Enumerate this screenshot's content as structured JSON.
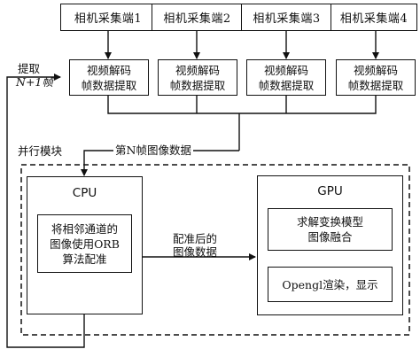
{
  "cameras": [
    "相机采集端1",
    "相机采集端2",
    "相机采集端3",
    "相机采集端4"
  ],
  "decoders": [
    {
      "line1": "视频解码",
      "line2": "帧数据提取"
    },
    {
      "line1": "视频解码",
      "line2": "帧数据提取"
    },
    {
      "line1": "视频解码",
      "line2": "帧数据提取"
    },
    {
      "line1": "视频解码",
      "line2": "帧数据提取"
    }
  ],
  "feedback_label": {
    "line1": "提取",
    "line2": "N+1帧"
  },
  "parallel_label": "并行模块",
  "frame_label": "第N帧图像数据",
  "cpu": {
    "title": "CPU",
    "task": {
      "line1": "将相邻通道的",
      "line2": "图像使用ORB",
      "line3": "算法配准"
    }
  },
  "transfer_label": {
    "line1": "配准后的",
    "line2": "图像数据"
  },
  "gpu": {
    "title": "GPU",
    "task1": {
      "line1": "求解变换模型",
      "line2": "图像融合"
    },
    "task2": "Opengl渲染，显示"
  }
}
